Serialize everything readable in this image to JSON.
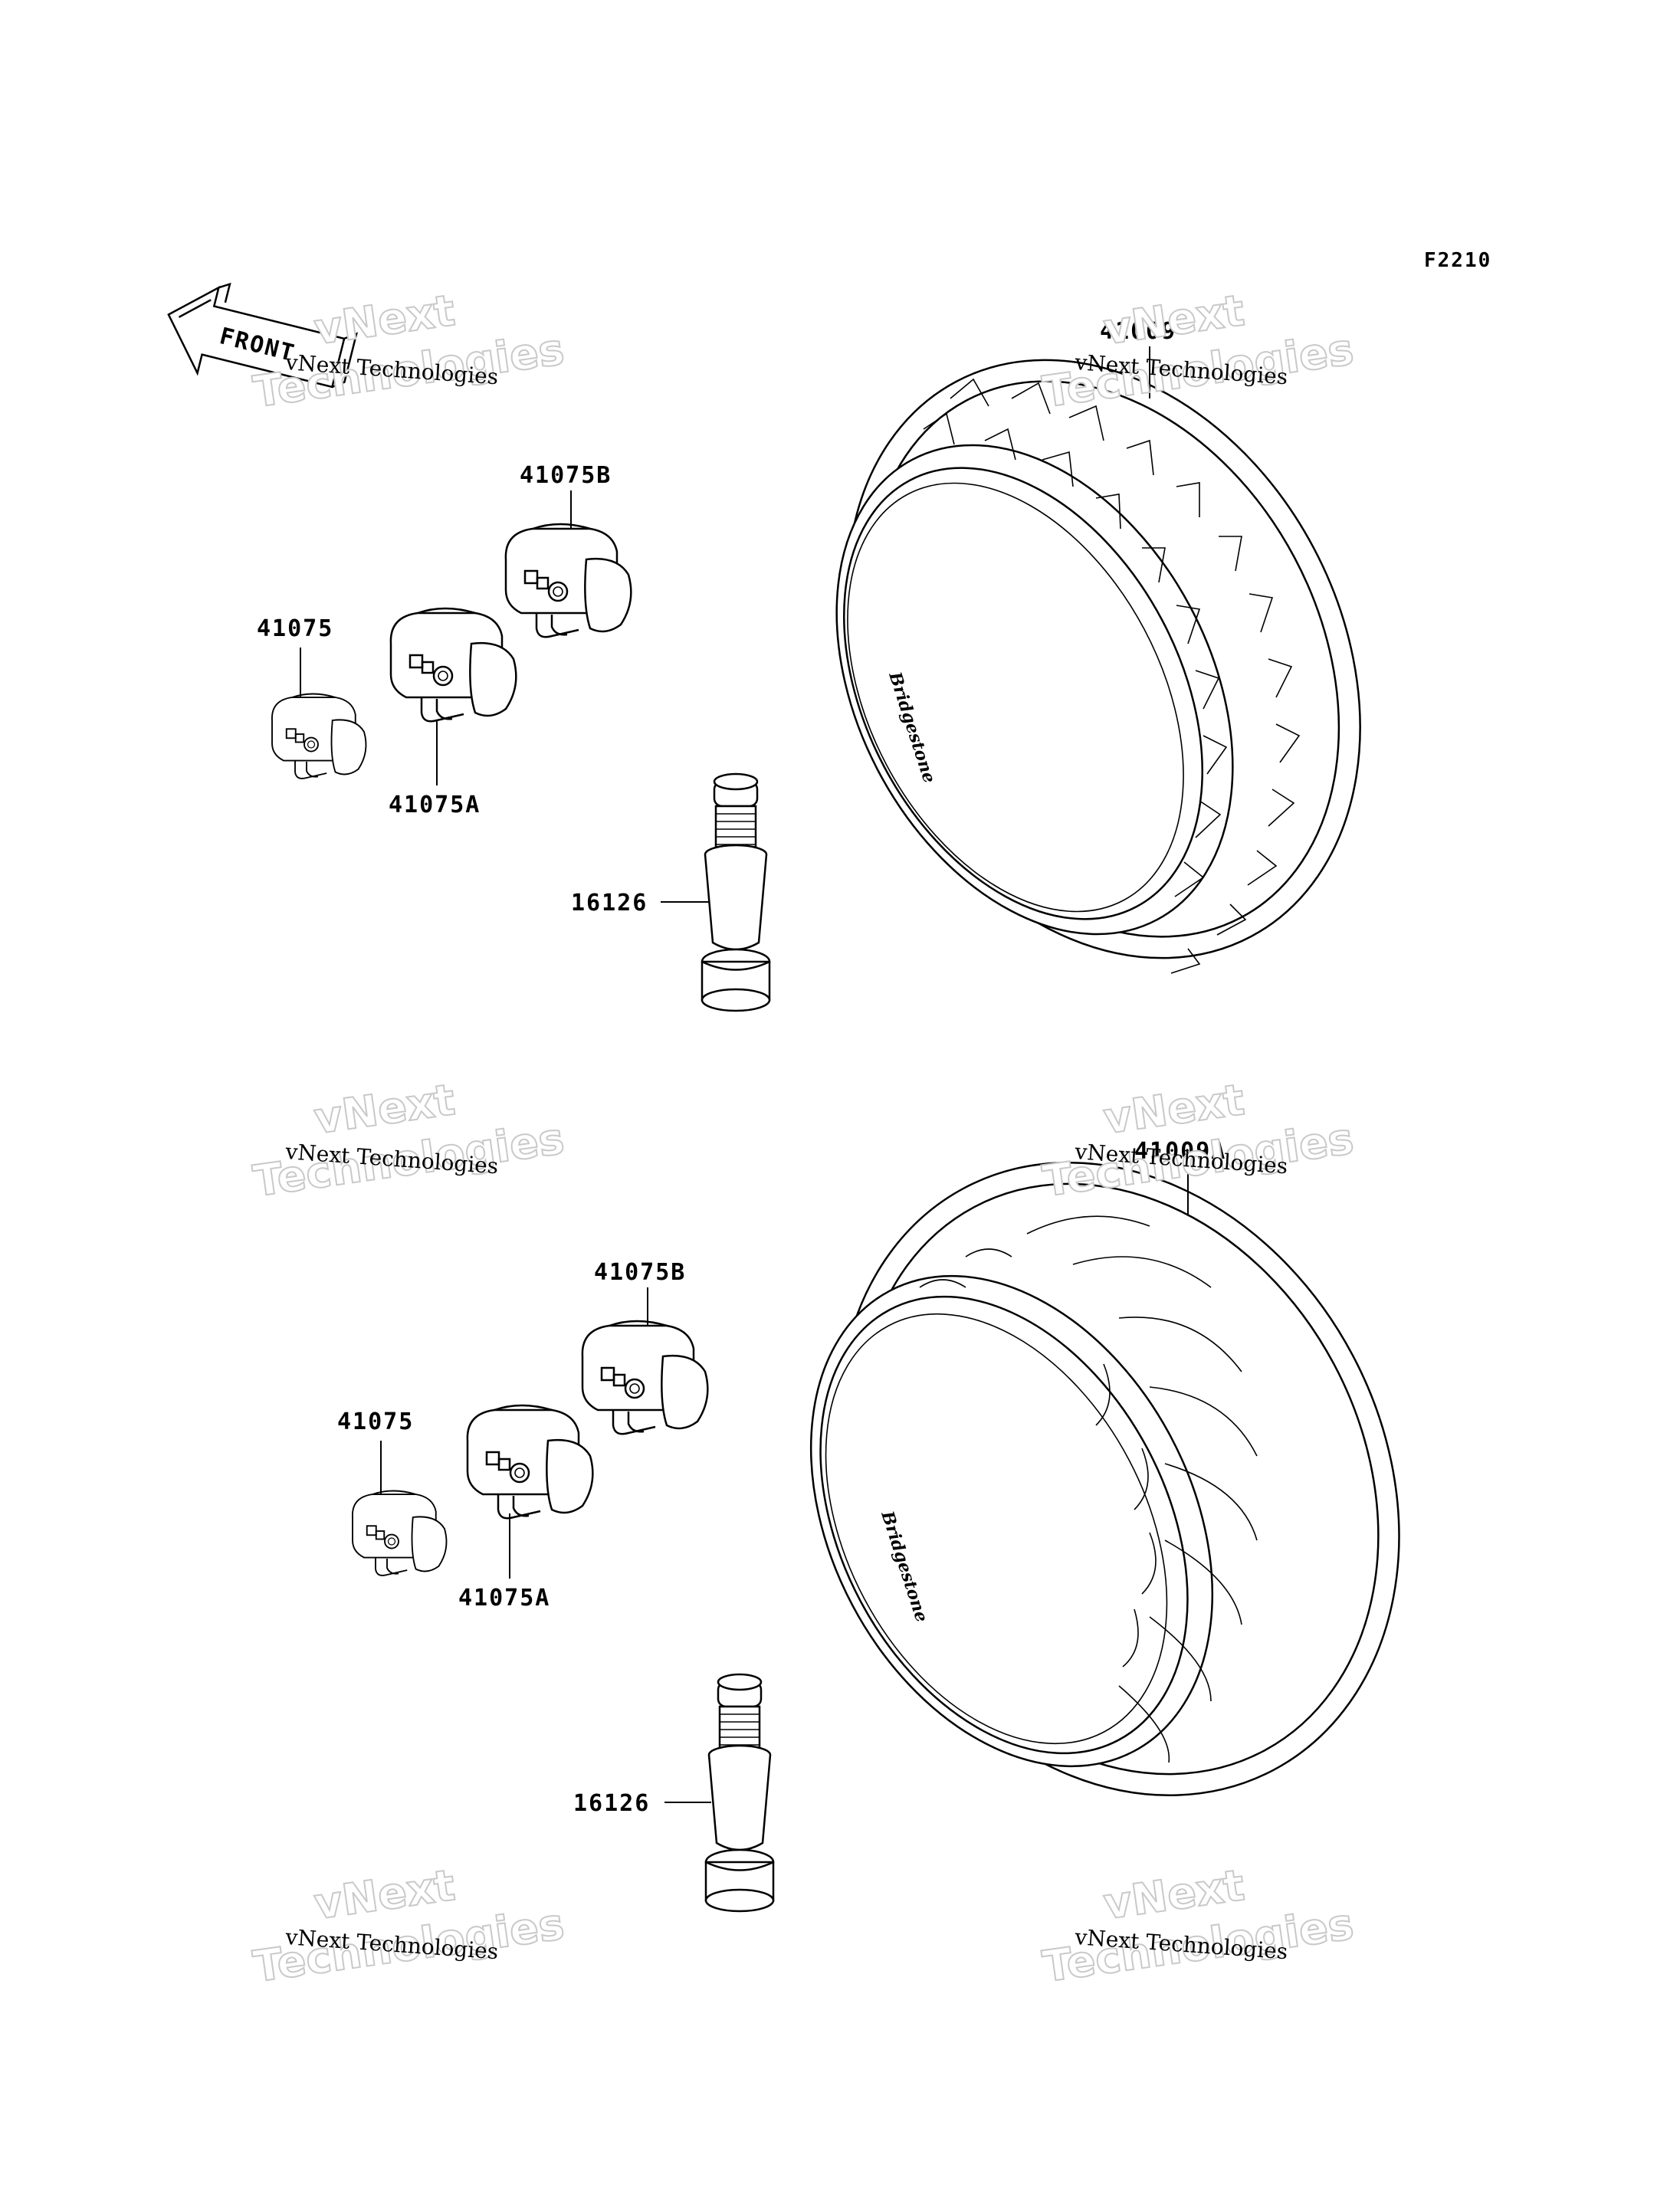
{
  "figure_code": "F2210",
  "front_marker": "FRONT",
  "watermark": {
    "line1": "vNext Technologies",
    "big_top": "vNext",
    "big_bottom": "Technologies"
  },
  "tire_brand": "Bridgestone",
  "groups": {
    "front": {
      "tire": "41009",
      "weight_b": "41075B",
      "weight": "41075",
      "weight_a": "41075A",
      "valve": "16126"
    },
    "rear": {
      "tire": "41009A",
      "weight_b": "41075B",
      "weight": "41075",
      "weight_a": "41075A",
      "valve": "16126"
    }
  }
}
